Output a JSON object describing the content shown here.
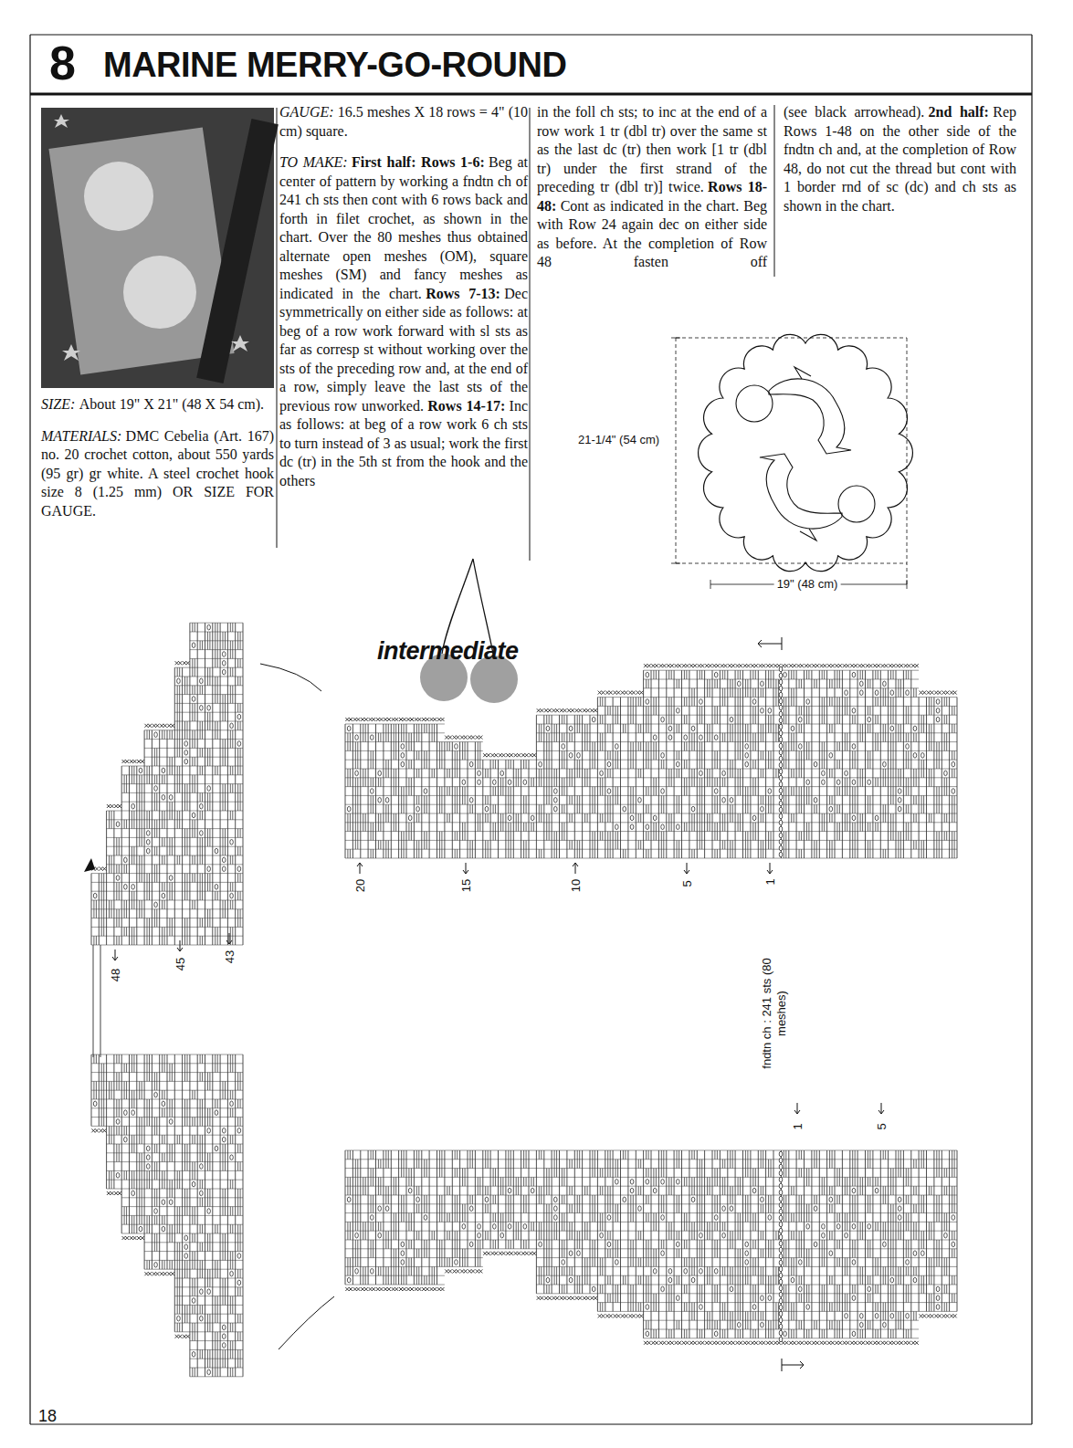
{
  "diagram": {
    "title": "MARINE MERRY-GO-ROUND",
    "labels": [
      "8",
      "SIZE:",
      "About 19\" X 21\" (48 X 54 cm).",
      "MATERIALS:",
      "DMC Cebelia (Art. 167) no. 20 crochet cotton, about 550 yards (95 gr) gr white. A steel crochet hook size 8 (1.25 mm) OR SIZE FOR GAUGE.",
      "GAUGE:",
      "16.5 meshes X 18 rows = 4\" (10 cm) square.",
      "TO MAKE:",
      "First half: Rows 1-6:",
      "Beg at center of pattern by working a fndtn ch of 241 ch sts then cont with 6 rows back and forth in filet crochet, as shown in the chart. Over the 80 meshes thus obtained alternate open meshes (OM), square meshes (SM) and fancy meshes as indicated in the chart.",
      "Rows 7-13:",
      "Dec symmetrically on either side as follows: at beg of a row work forward with sl sts as far as corresp st without working over the sts of the preceding row and, at the end of a row, simply leave the last sts of the previous row unworked.",
      "Rows 14-17:",
      "Inc as follows: at beg of a row work 6 ch sts to turn instead of 3 as usual; work the first dc (tr) in the 5th st from the hook and the others",
      "in the foll ch sts; to inc at the end of a row work 1 tr (dbl tr) over the same st as the last dc (tr) then work [1 tr (dbl tr) under the first strand of the preceding tr (dbl tr)] twice.",
      "Rows 18-48:",
      "Cont as indicated in the chart. Beg with Row 24 again dec on either side as before. At the completion of Row 48 fasten off",
      "(see black arrowhead).",
      "2nd half:",
      "Rep Rows 1-48 on the other side of the fndtn ch and, at the completion of Row 48, do not cut the thread but cont with 1 border rnd of sc (dc) and ch sts as shown in the chart.",
      "21-1/4\" (54 cm)",
      "19\" (48 cm)",
      "intermediate",
      "20",
      "15",
      "10",
      "5",
      "1",
      "48",
      "45",
      "43",
      "fndtn ch : 241 sts (80 meshes)",
      "1",
      "5",
      "18"
    ]
  }
}
